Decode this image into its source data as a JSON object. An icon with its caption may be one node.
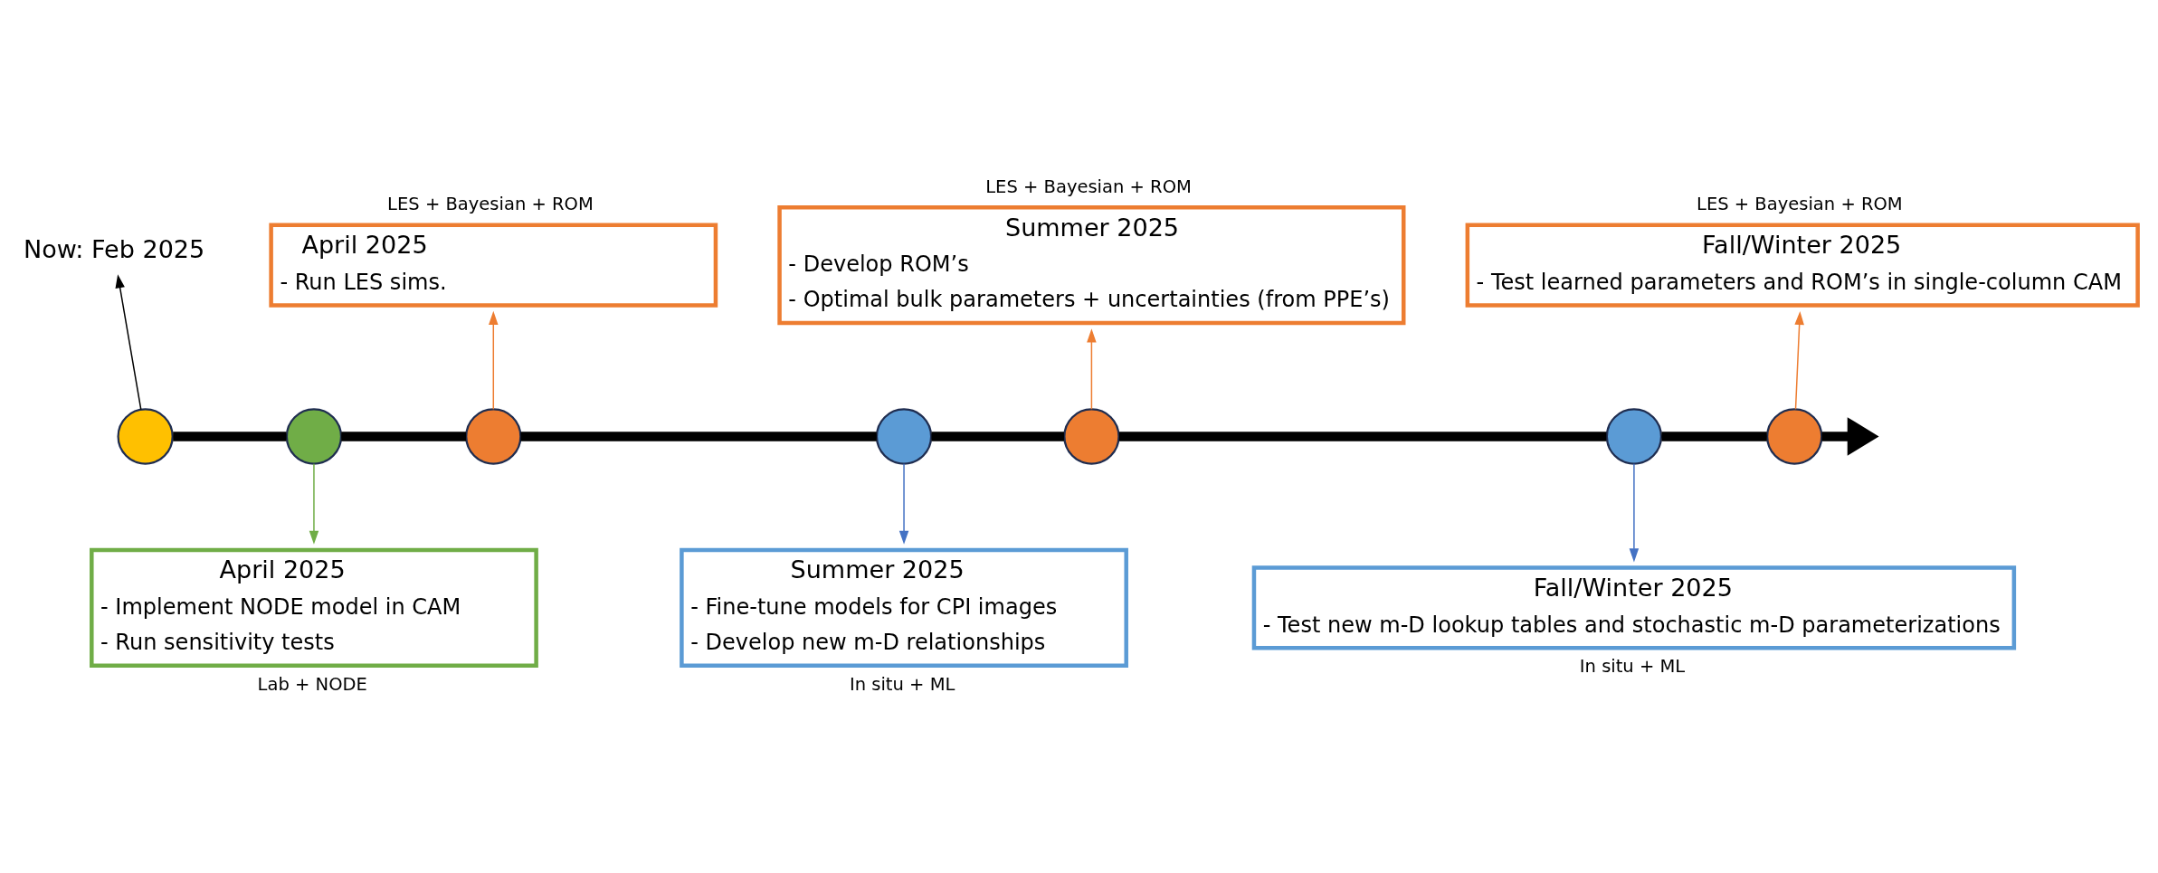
{
  "diagram": {
    "nodes": [
      {
        "text": [
          "Now: Feb 2025"
        ]
      },
      {
        "text": [
          "April 2025",
          "- Run LES sims."
        ],
        "beside": [
          "LES + Bayesian + ROM"
        ]
      },
      {
        "text": [
          "Summer 2025",
          "- Develop ROM’s",
          "- Optimal bulk parameters + uncertainties (from PPE’s)"
        ],
        "beside": [
          "LES + Bayesian + ROM"
        ]
      },
      {
        "text": [
          "Fall/Winter 2025",
          "- Test learned parameters and ROM’s in single-column CAM"
        ],
        "beside": [
          "LES + Bayesian + ROM"
        ]
      },
      {
        "text": [],
        "shape": "circle"
      },
      {
        "text": [],
        "shape": "circle"
      },
      {
        "text": [],
        "shape": "circle"
      },
      {
        "text": [],
        "shape": "circle"
      },
      {
        "text": [],
        "shape": "circle"
      },
      {
        "text": [],
        "shape": "circle"
      },
      {
        "text": [],
        "shape": "circle"
      },
      {
        "text": [
          "April 2025",
          "- Implement NODE model in CAM",
          "- Run sensitivity tests"
        ],
        "beside": [
          "Lab + NODE"
        ]
      },
      {
        "text": [
          "Summer 2025",
          "- Fine-tune models for CPI images",
          "- Develop new m-D relationships"
        ],
        "beside": [
          "In situ + ML"
        ]
      },
      {
        "text": [
          "Fall/Winter 2025",
          "- Test new m-D lookup tables and stochastic m-D parameterizations"
        ],
        "beside": [
          "In situ + ML"
        ]
      }
    ],
    "edges": [
      {
        "from": 4,
        "to": 0,
        "arrow": "to"
      },
      {
        "from": 5,
        "to": 11,
        "arrow": "to",
        "color": "#70ad47"
      },
      {
        "from": 6,
        "to": 1,
        "arrow": "to",
        "color": "#ed7d31"
      },
      {
        "from": 7,
        "to": 12,
        "arrow": "to",
        "color": "#4472c4"
      },
      {
        "from": 8,
        "to": 2,
        "arrow": "to",
        "color": "#ed7d31"
      },
      {
        "from": 9,
        "to": 13,
        "arrow": "to",
        "color": "#4472c4"
      },
      {
        "from": 10,
        "to": 3,
        "arrow": "to",
        "color": "#ed7d31"
      },
      {
        "from": 4,
        "to": 5,
        "arrow": "none",
        "style": "thick"
      },
      {
        "from": 5,
        "to": 6,
        "arrow": "none",
        "style": "thick"
      },
      {
        "from": 6,
        "to": 7,
        "arrow": "none",
        "style": "thick"
      },
      {
        "from": 7,
        "to": 8,
        "arrow": "none",
        "style": "thick"
      },
      {
        "from": 8,
        "to": 9,
        "arrow": "none",
        "style": "thick"
      },
      {
        "from": 9,
        "to": 10,
        "arrow": "none",
        "style": "thick"
      },
      {
        "from": 10,
        "to": null,
        "arrow": "to",
        "style": "thick"
      }
    ]
  }
}
